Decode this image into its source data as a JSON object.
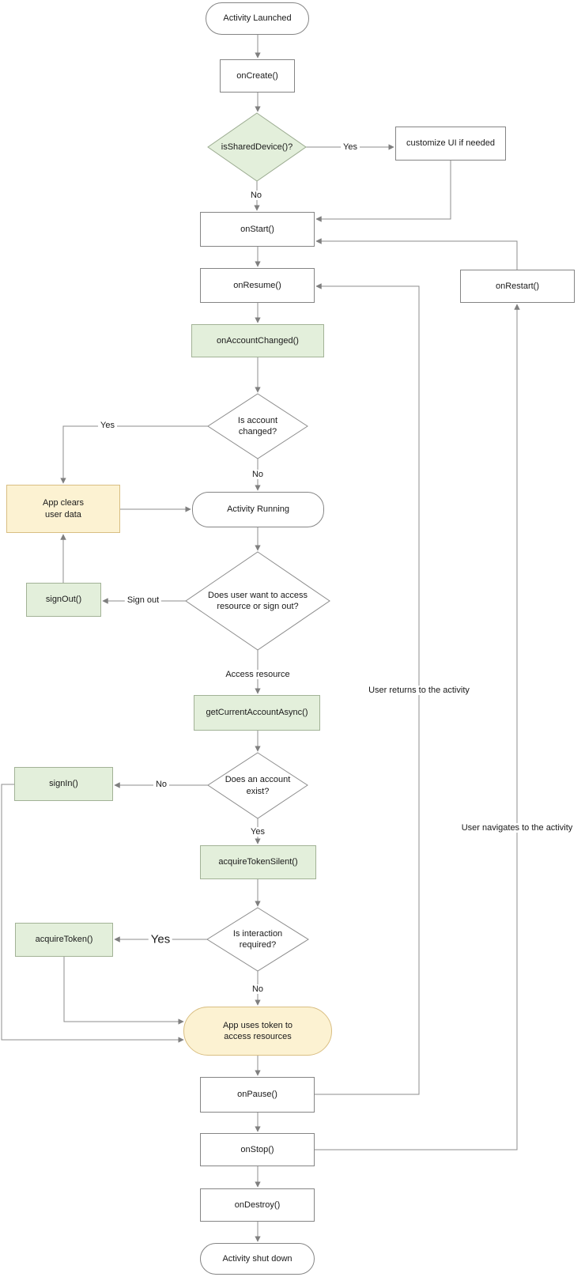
{
  "diagram": {
    "description": "Android activity lifecycle flowchart with MSAL shared-device authentication steps",
    "nodes": {
      "activity_launched": "Activity Launched",
      "on_create": "onCreate()",
      "is_shared_device": "isSharedDevice()?",
      "customize_ui": "customize UI if needed",
      "on_start": "onStart()",
      "on_resume": "onResume()",
      "on_restart": "onRestart()",
      "on_account_changed": "onAccountChanged()",
      "is_account_changed": "Is account\nchanged?",
      "app_clears_user_data": "App clears\nuser data",
      "activity_running": "Activity Running",
      "sign_out_fn": "signOut()",
      "does_user_want": "Does user want to access\nresource or sign out?",
      "get_current_account_async": "getCurrentAccountAsync()",
      "does_account_exist": "Does an account\nexist?",
      "sign_in_fn": "signIn()",
      "acquire_token_silent": "acquireTokenSilent()",
      "is_interaction_required": "Is interaction\nrequired?",
      "acquire_token": "acquireToken()",
      "app_uses_token": "App uses token to\naccess resources",
      "on_pause": "onPause()",
      "on_stop": "onStop()",
      "on_destroy": "onDestroy()",
      "activity_shut_down": "Activity shut down"
    },
    "edge_labels": {
      "shared_yes": "Yes",
      "shared_no": "No",
      "account_changed_yes": "Yes",
      "account_changed_no": "No",
      "sign_out": "Sign out",
      "access_resource": "Access resource",
      "account_exist_no": "No",
      "account_exist_yes": "Yes",
      "interaction_yes": "Yes",
      "interaction_no": "No",
      "user_returns": "User returns to the activity",
      "user_navigates": "User navigates to the activity"
    },
    "colors": {
      "connector_line": "#8C8C8C",
      "arrowhead": "#7F7F7F",
      "plain_node_fill": "#FFFFFF",
      "plain_node_border": "#858585",
      "green_node_fill": "#E3EFDB",
      "green_node_border": "#A2B296",
      "yellow_node_fill": "#FCF2D2",
      "yellow_node_border": "#D9BE82",
      "text": "#1A1A1A"
    }
  }
}
